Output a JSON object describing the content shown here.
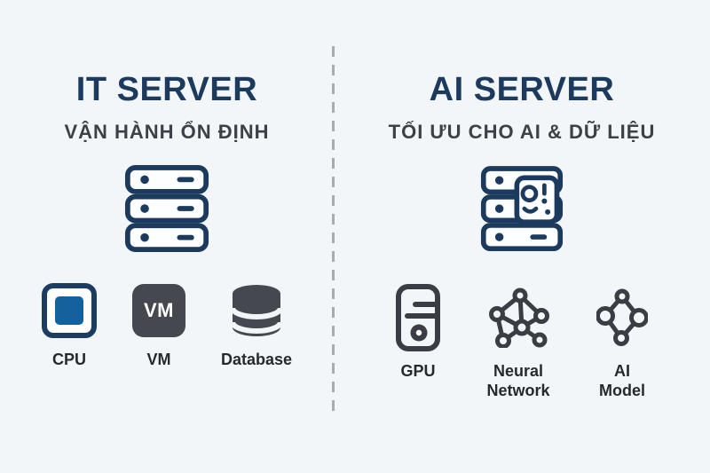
{
  "background_color": "#f3f6f8",
  "divider": {
    "style": "vertical-dashed",
    "color": "#a8acb1"
  },
  "colors": {
    "navy": "#1b3a5e",
    "cpu_blue": "#15619e",
    "charcoal": "#45494f",
    "subtitle_gray": "#3c4147",
    "label_dark": "#26292d"
  },
  "left_panel": {
    "title": "IT SERVER",
    "subtitle": "VẬN HÀNH ỔN ĐỊNH",
    "server_icon": "it-server-rack-icon",
    "items": [
      {
        "icon": "cpu-icon",
        "label": "CPU"
      },
      {
        "icon": "vm-icon",
        "icon_text": "VM",
        "label": "VM"
      },
      {
        "icon": "database-icon",
        "label": "Database"
      }
    ]
  },
  "right_panel": {
    "title": "AI SERVER",
    "subtitle": "TỐI ƯU CHO AI & DỮ LIỆU",
    "server_icon": "ai-server-rack-icon",
    "items": [
      {
        "icon": "gpu-tower-icon",
        "label": "GPU"
      },
      {
        "icon": "neural-network-icon",
        "label": "Neural Network"
      },
      {
        "icon": "ai-model-icon",
        "label": "AI Model"
      }
    ]
  }
}
